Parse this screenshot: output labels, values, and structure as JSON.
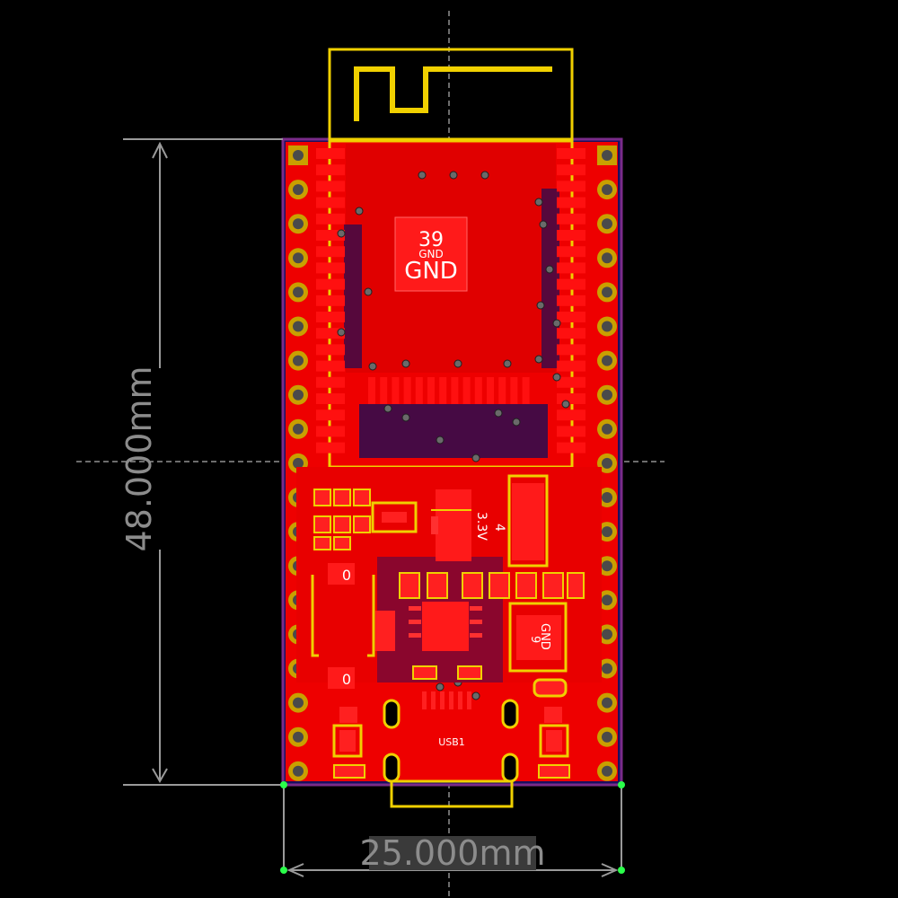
{
  "dimensions": {
    "height_label": "48.000mm",
    "width_label": "25.000mm"
  },
  "module": {
    "pad_number": "39",
    "pad_net_small": "GND",
    "pad_net_large": "GND"
  },
  "regulator": {
    "pin_label": "4",
    "net_label": "3.3V"
  },
  "diode": {
    "pin_label": "9",
    "net_label": "GND"
  },
  "resistors": {
    "top_label": "0",
    "bottom_label": "0"
  },
  "usb": {
    "designator": "USB1"
  },
  "colors": {
    "background": "#000000",
    "copper_top": "#ff0000",
    "copper_bottom": "#0b1a7a",
    "silkscreen": "#f0d000",
    "board_outline": "#8a1f8a",
    "dimension_lines": "#9a9a9a",
    "pad_ring": "#d4a000"
  }
}
